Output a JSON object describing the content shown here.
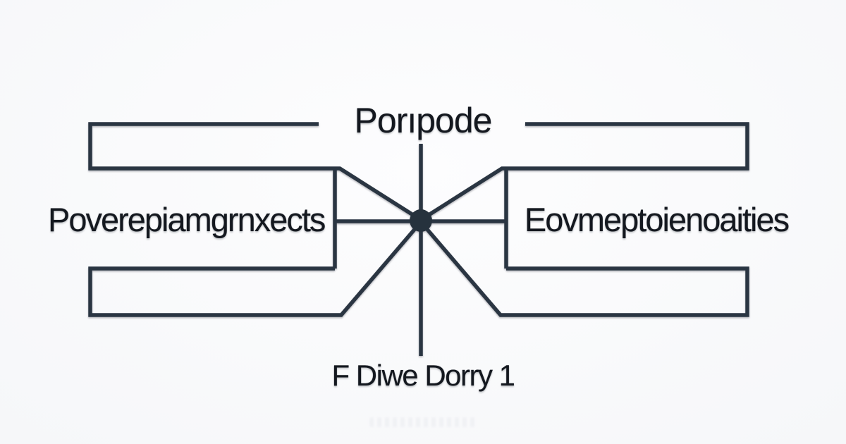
{
  "diagram": {
    "top_label": "Porıpode",
    "left_label": "Poverepiamgrnxects",
    "right_label": "Eovmeptoienoaities",
    "bottom_label": "F Diwe Dorry 1",
    "hub": {
      "shape": "filled-circle"
    },
    "colors": {
      "background": "#f6f7f9",
      "line": "#2b3542",
      "hub_dot": "#28313e",
      "text": "#14181f"
    }
  }
}
